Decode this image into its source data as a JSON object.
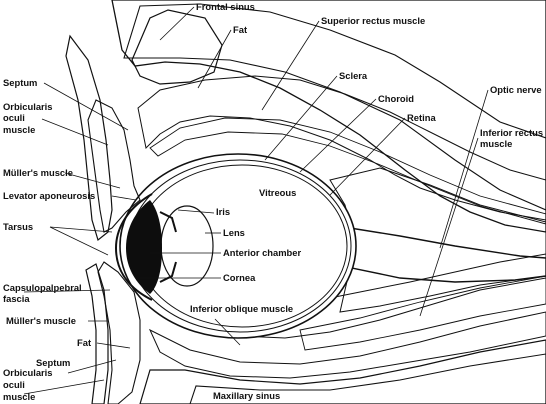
{
  "labels": {
    "frontal_sinus": "Frontal sinus",
    "fat_top": "Fat",
    "superior_rectus": "Superior rectus muscle",
    "septum_top": "Septum",
    "sclera": "Sclera",
    "optic_nerve": "Optic nerve",
    "orbicularis_top_1": "Orbicularis",
    "orbicularis_top_2": "oculi",
    "orbicularis_top_3": "muscle",
    "choroid": "Choroid",
    "retina": "Retina",
    "inferior_rectus_1": "Inferior rectus",
    "inferior_rectus_2": "muscle",
    "muller_top": "Müller's muscle",
    "levator": "Levator aponeurosis",
    "vitreous": "Vitreous",
    "iris": "Iris",
    "tarsus": "Tarsus",
    "lens": "Lens",
    "anterior_chamber": "Anterior chamber",
    "cornea": "Cornea",
    "capsulo_1": "Capsulopalpebral",
    "capsulo_2": "fascia",
    "inferior_oblique": "Inferior oblique muscle",
    "muller_bottom": "Müller's muscle",
    "fat_bottom": "Fat",
    "septum_bottom": "Septum",
    "orbicularis_bottom_1": "Orbicularis",
    "orbicularis_bottom_2": "oculi",
    "orbicularis_bottom_3": "muscle",
    "maxillary_sinus": "Maxillary sinus"
  }
}
